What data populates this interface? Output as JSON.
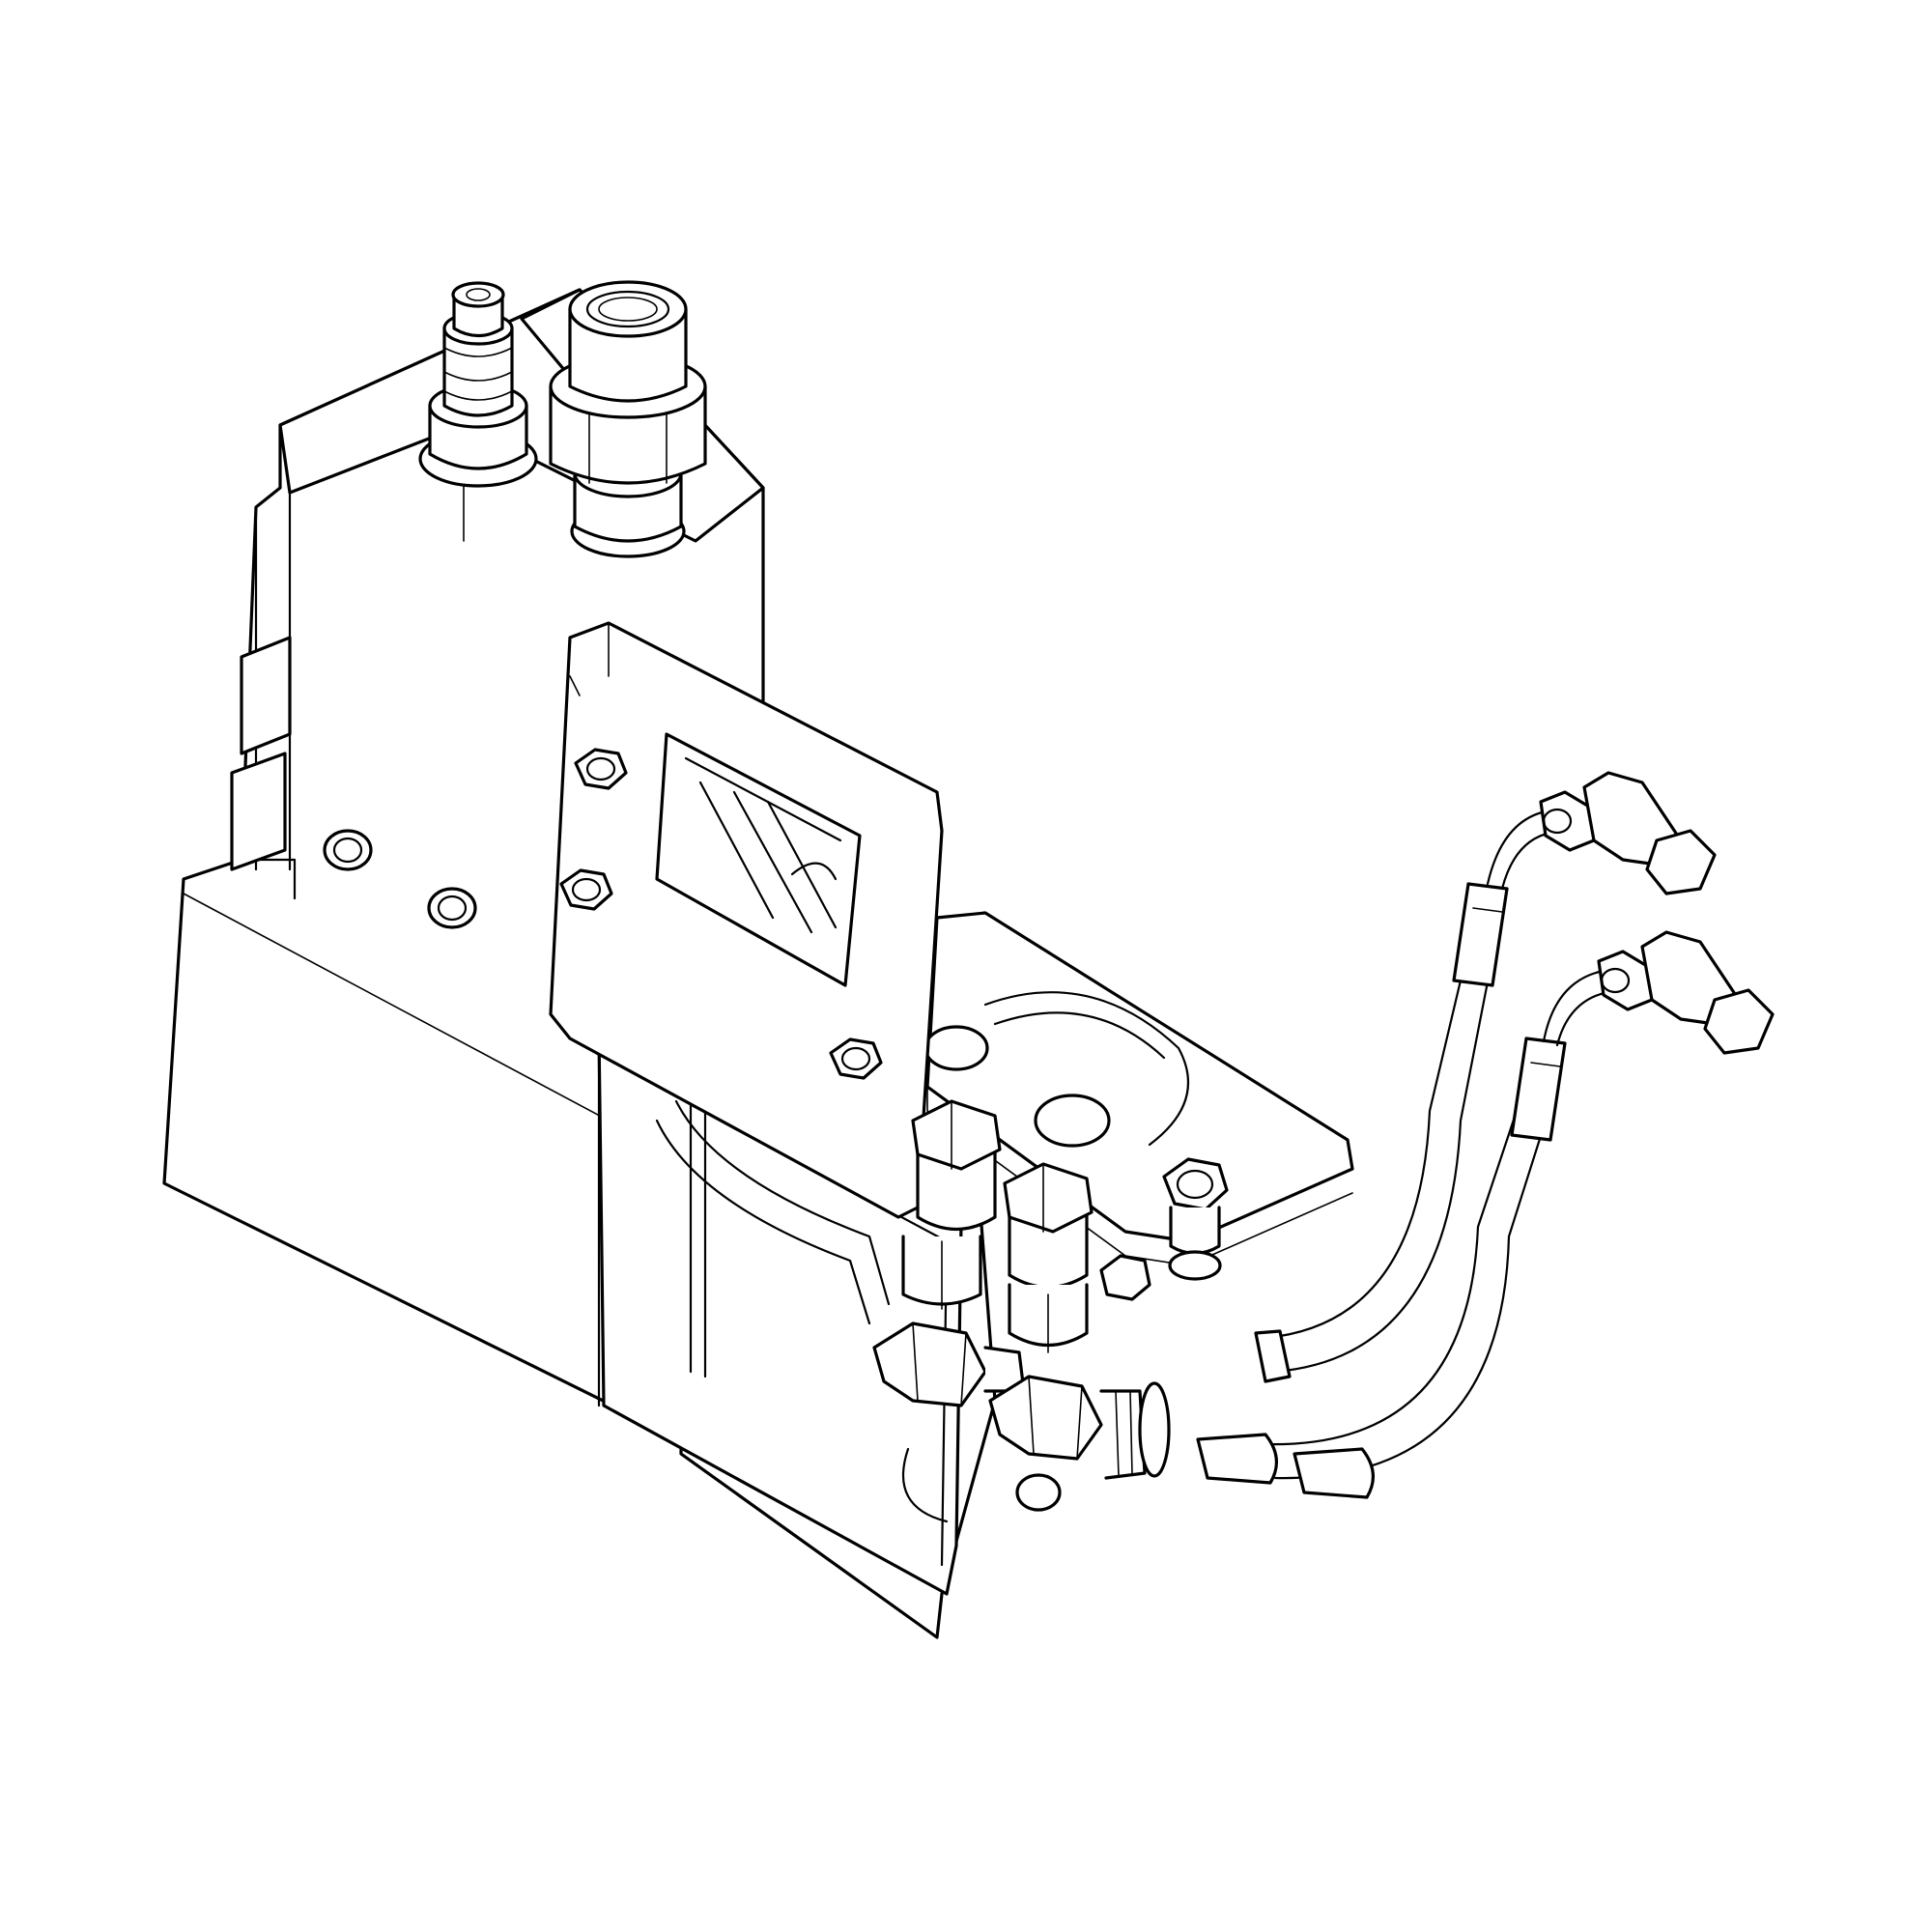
{
  "figure": {
    "style": "black line-art isometric technical illustration",
    "stroke_color": "#000000",
    "background_color": "#ffffff",
    "components": [
      "bracket-housing",
      "top-quick-coupler",
      "top-large-fitting",
      "front-mounting-plate",
      "side-shelf-plate",
      "hex-nut",
      "hydraulic-hose",
      "elbow-fitting",
      "bottom-hex-fitting"
    ]
  }
}
